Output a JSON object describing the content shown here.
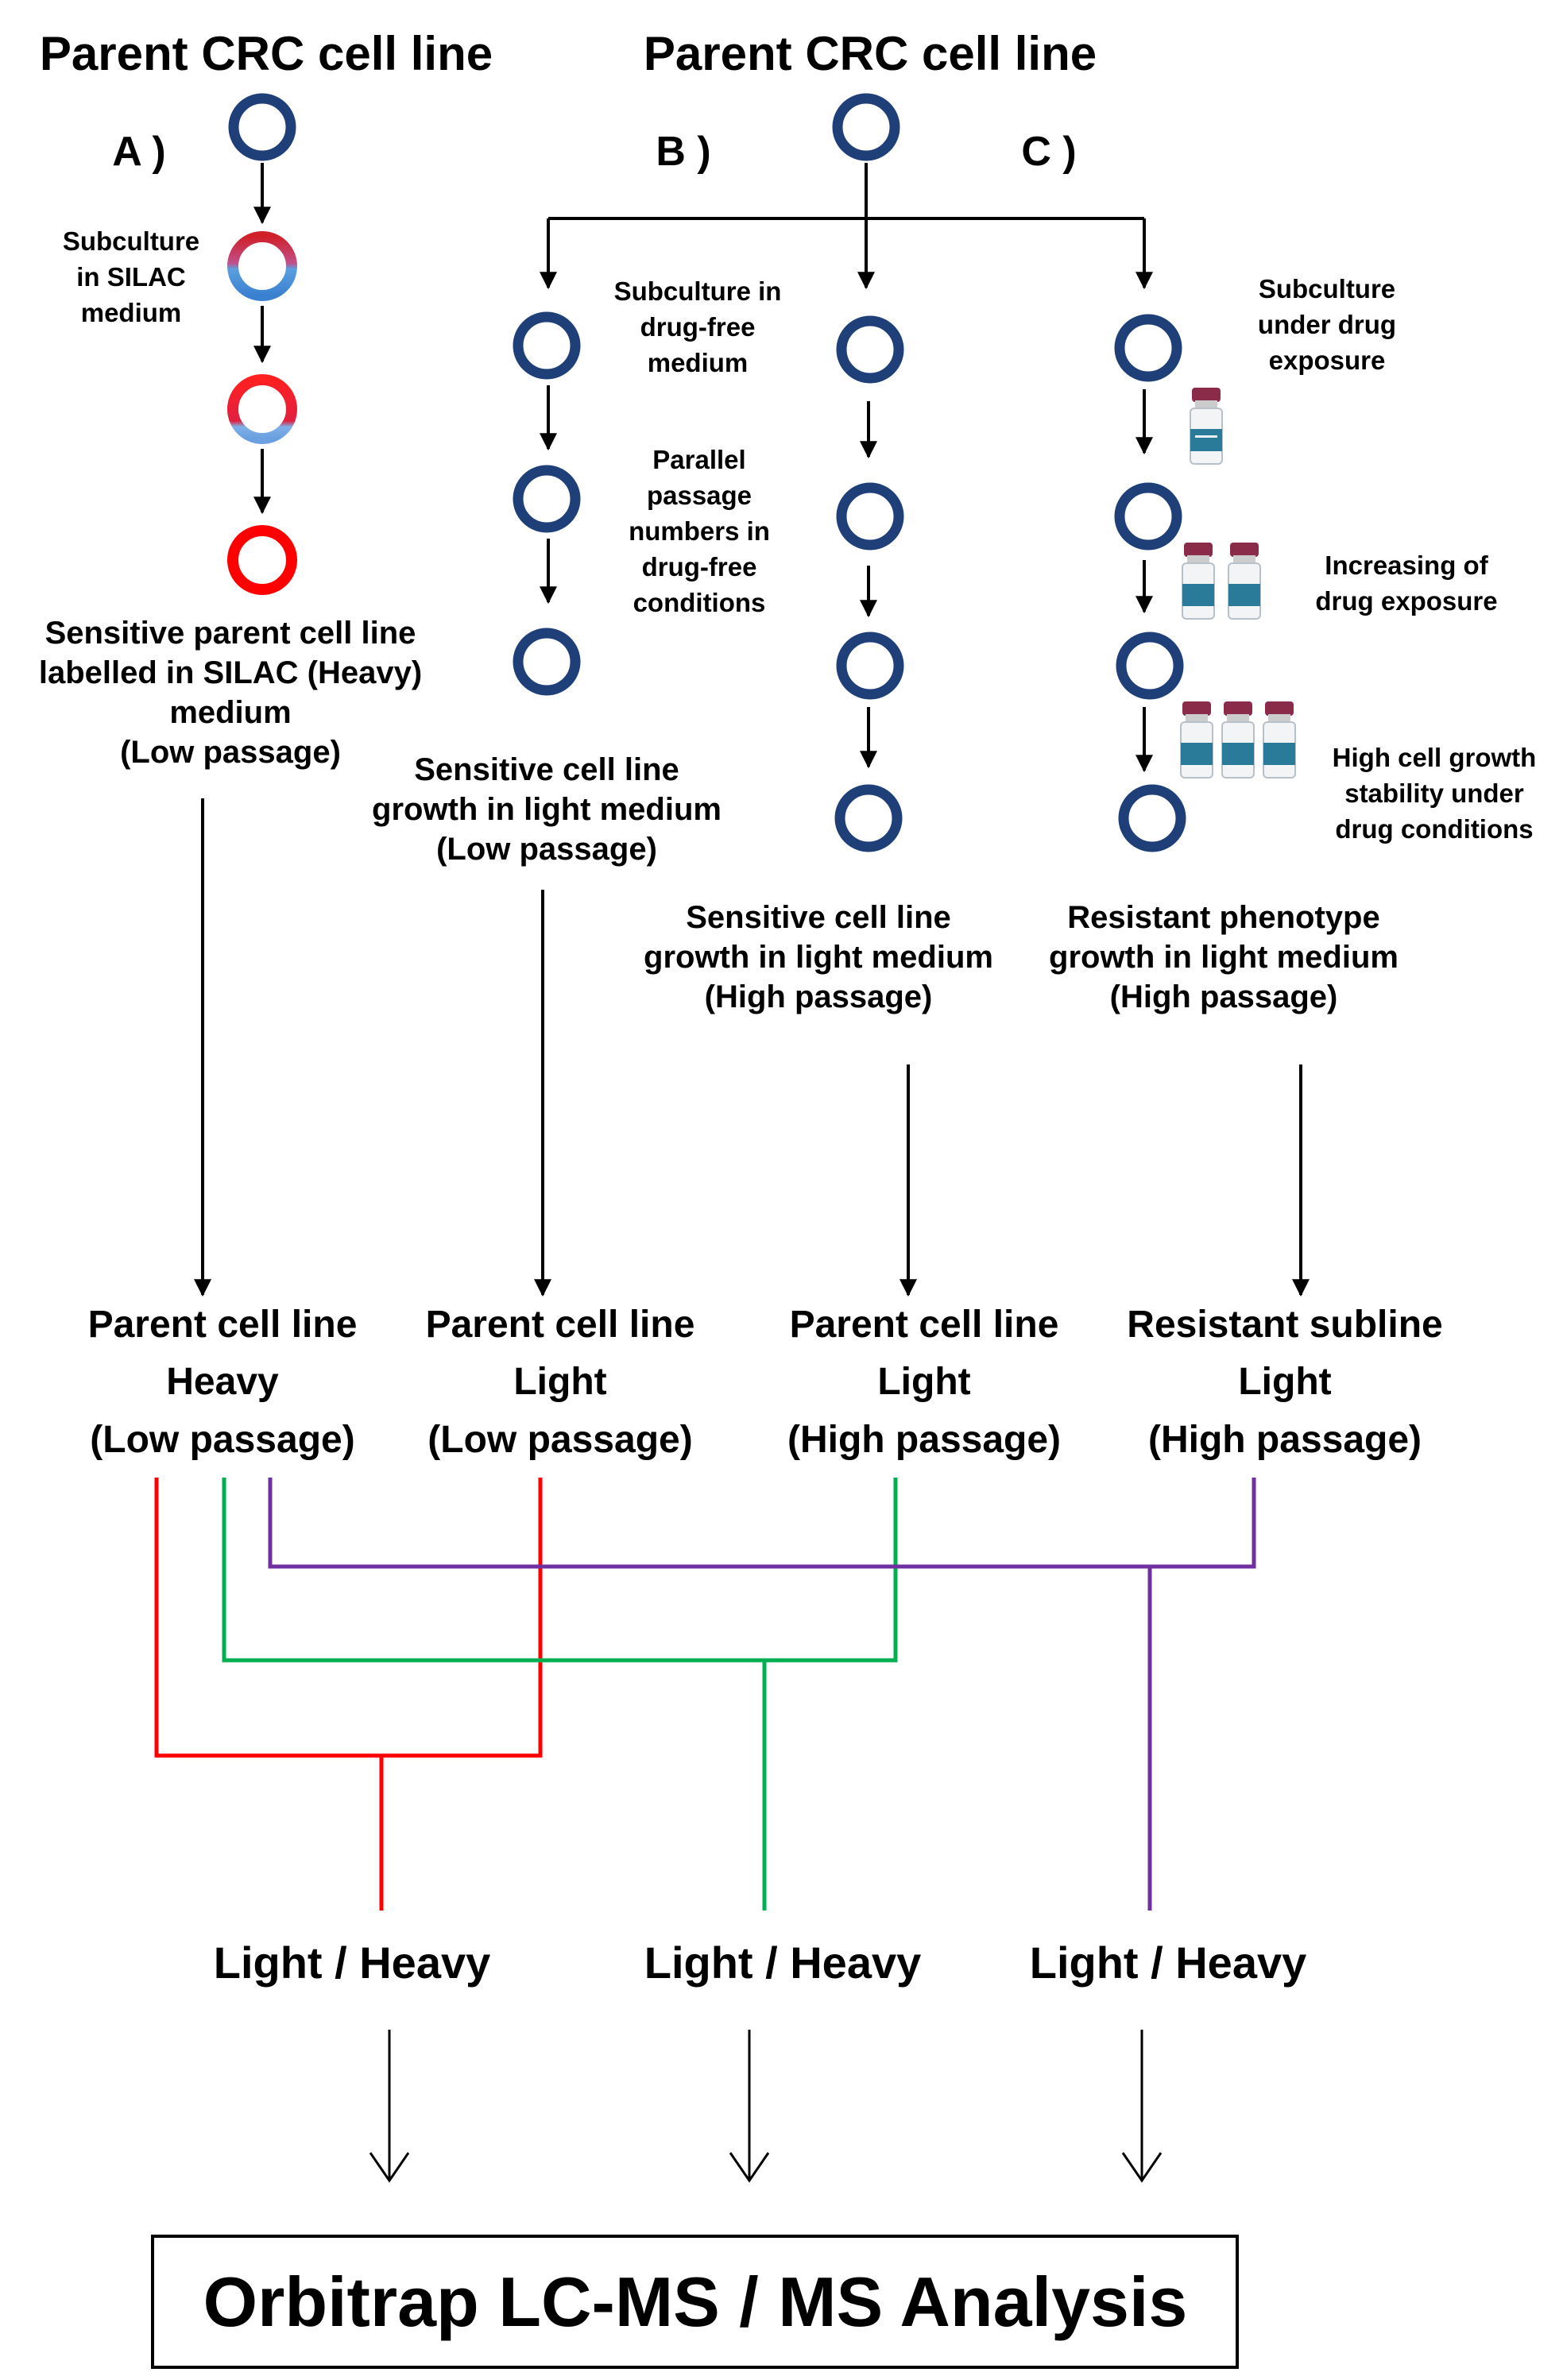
{
  "headers": {
    "left": "Parent CRC cell line",
    "right": "Parent CRC  cell line"
  },
  "panel_labels": {
    "a": "A )",
    "b": "B )",
    "c": "C )"
  },
  "column_a": {
    "step1": [
      "Subculture",
      "in SILAC",
      "medium"
    ],
    "result": [
      "Sensitive parent cell line",
      "labelled in SILAC (Heavy)",
      "medium",
      "(Low passage)"
    ]
  },
  "column_b1": {
    "step1": [
      "Subculture in",
      "drug-free",
      "medium"
    ],
    "step2": [
      "Parallel",
      "passage",
      "numbers in",
      "drug-free",
      "conditions"
    ],
    "result": [
      "Sensitive cell line",
      "growth in light medium",
      "(Low passage)"
    ]
  },
  "column_b2": {
    "result": [
      "Sensitive cell line",
      "growth in light medium",
      "(High passage)"
    ]
  },
  "column_c": {
    "step1": [
      "Subculture",
      "under  drug",
      "exposure"
    ],
    "step2": [
      "Increasing of",
      "drug exposure"
    ],
    "step3": [
      "High cell growth",
      "stability under",
      "drug conditions"
    ],
    "result": [
      "Resistant phenotype",
      "growth in light medium",
      "(High passage)"
    ]
  },
  "nodes": [
    {
      "lines": [
        "Parent cell line",
        "Heavy",
        "(Low passage)"
      ]
    },
    {
      "lines": [
        "Parent cell line",
        "Light",
        "(Low passage)"
      ]
    },
    {
      "lines": [
        "Parent cell line",
        "Light",
        "(High passage)"
      ]
    },
    {
      "lines": [
        "Resistant subline",
        "Light",
        "(High passage)"
      ]
    }
  ],
  "ratios": [
    "Light / Heavy",
    "Light / Heavy",
    "Light / Heavy"
  ],
  "final_box": "Orbitrap LC-MS / MS Analysis",
  "colors": {
    "cell_blue": "#1f3f78",
    "silac_red": "#ff0000",
    "link_red": "#ff0000",
    "link_green": "#00b050",
    "link_purple": "#7030a0"
  }
}
